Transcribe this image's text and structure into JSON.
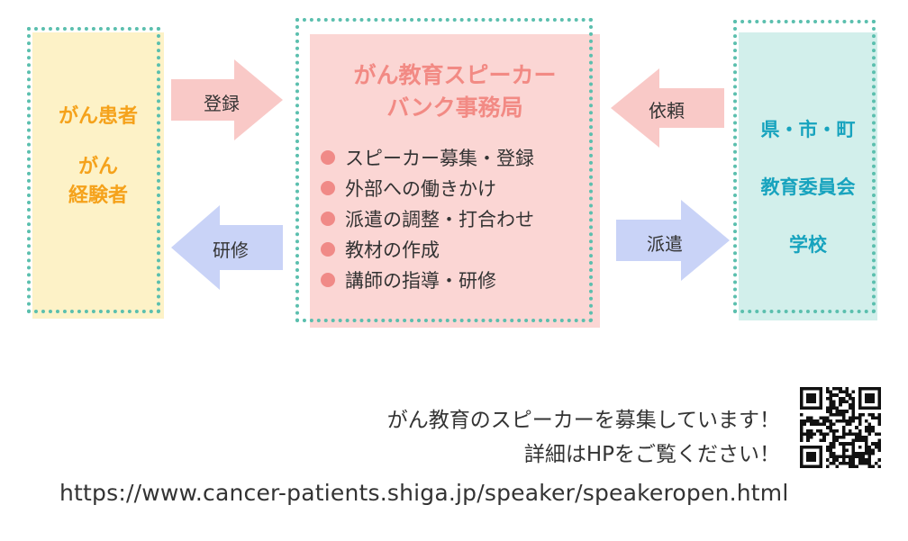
{
  "left_box": {
    "line1": "がん患者",
    "line2": "がん",
    "line3": "経験者"
  },
  "center_box": {
    "title_line1": "がん教育スピーカー",
    "title_line2": "バンク事務局",
    "items": [
      "スピーカー募集・登録",
      "外部への働きかけ",
      "派遣の調整・打合わせ",
      "教材の作成",
      "講師の指導・研修"
    ]
  },
  "right_box": {
    "line1": "県・市・町",
    "line2": "教育委員会",
    "line3": "学校"
  },
  "arrows": {
    "register": "登録",
    "training": "研修",
    "request": "依頼",
    "dispatch": "派遣"
  },
  "footer": {
    "line1": "がん教育のスピーカーを募集しています！",
    "line2": "詳細はHPをご覧ください！",
    "url": "https://www.cancer-patients.shiga.jp/speaker/speakeropen.html"
  },
  "colors": {
    "left_fill": "#fdf2c7",
    "left_text": "#f5a21b",
    "center_fill": "#fbd6d4",
    "center_title": "#f28a84",
    "right_fill": "#d2efeb",
    "right_text": "#17a3be",
    "dotted_border": "#5bbfae",
    "arrow_pink": "#f9c9c7",
    "arrow_blue": "#c9d3f7"
  },
  "icons": {
    "qr": "qr-code-icon",
    "bullet": "bullet-dot-icon"
  }
}
